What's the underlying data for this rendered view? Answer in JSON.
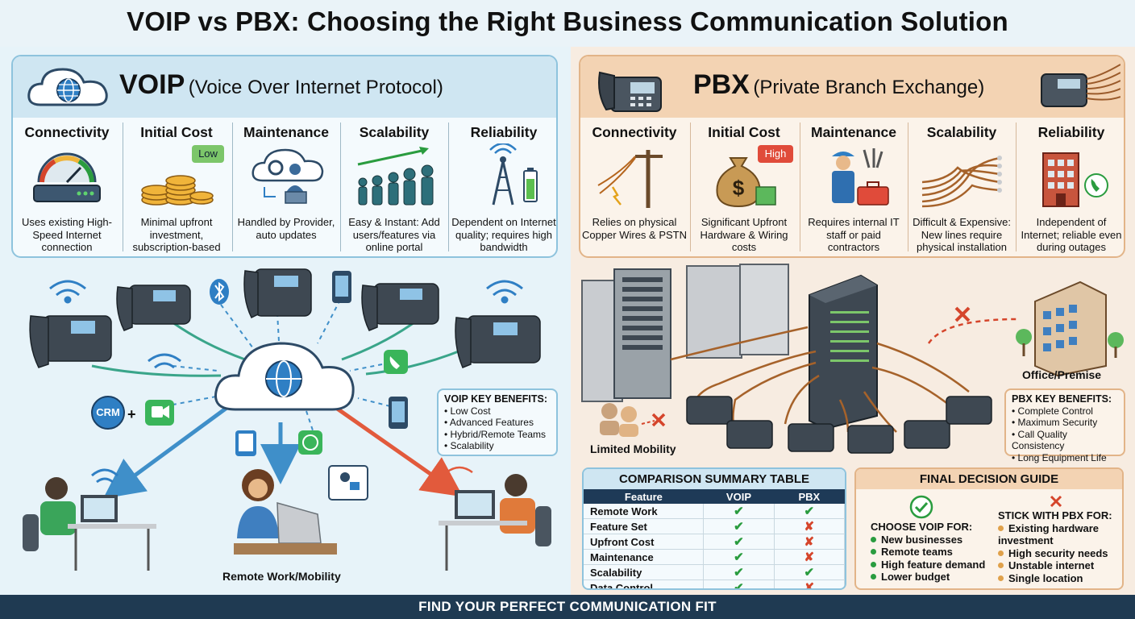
{
  "title": "VOIP vs PBX: Choosing the Right Business Communication Solution",
  "voip": {
    "heading": "VOIP",
    "subheading": "(Voice Over Internet Protocol)",
    "columns": [
      {
        "head": "Connectivity",
        "desc": "Uses existing High-Speed Internet connection"
      },
      {
        "head": "Initial Cost",
        "desc": "Minimal upfront investment, subscription-based",
        "badge": "Low"
      },
      {
        "head": "Maintenance",
        "desc": "Handled by Provider, auto updates"
      },
      {
        "head": "Scalability",
        "desc": "Easy & Instant: Add users/features via online portal"
      },
      {
        "head": "Reliability",
        "desc": "Dependent on Internet quality; requires high bandwidth"
      }
    ],
    "crm": "CRM",
    "plus": "+",
    "remote_label": "Remote Work/Mobility",
    "benefits_title": "VOIP KEY BENEFITS:",
    "benefits": [
      "Low Cost",
      "Advanced Features",
      "Hybrid/Remote Teams",
      "Scalability"
    ]
  },
  "pbx": {
    "heading": "PBX",
    "subheading": "(Private Branch Exchange)",
    "columns": [
      {
        "head": "Connectivity",
        "desc": "Relies on physical Copper Wires & PSTN"
      },
      {
        "head": "Initial Cost",
        "desc": "Significant Upfront Hardware & Wiring costs",
        "badge": "High"
      },
      {
        "head": "Maintenance",
        "desc": "Requires internal IT staff or paid contractors"
      },
      {
        "head": "Scalability",
        "desc": "Difficult & Expensive: New lines require physical installation"
      },
      {
        "head": "Reliability",
        "desc": "Independent of Internet; reliable even during outages"
      }
    ],
    "office_label": "Office/Premise",
    "mobility_label": "Limited Mobility",
    "benefits_title": "PBX KEY BENEFITS:",
    "benefits": [
      "Complete Control",
      "Maximum Security",
      "Call Quality Consistency",
      "Long Equipment Life"
    ]
  },
  "table": {
    "title": "COMPARISON SUMMARY TABLE",
    "headers": [
      "Feature",
      "VOIP",
      "PBX"
    ],
    "rows": [
      {
        "feature": "Remote Work",
        "voip": "✔",
        "pbx": "✔"
      },
      {
        "feature": "Feature Set",
        "voip": "✔",
        "pbx": "✘"
      },
      {
        "feature": "Upfront Cost",
        "voip": "✔",
        "pbx": "✘"
      },
      {
        "feature": "Maintenance",
        "voip": "✔",
        "pbx": "✘"
      },
      {
        "feature": "Scalability",
        "voip": "✔",
        "pbx": "✔"
      },
      {
        "feature": "Data Control",
        "voip": "✔",
        "pbx": "✘"
      }
    ]
  },
  "guide": {
    "title": "FINAL DECISION GUIDE",
    "voip_head": "CHOOSE VOIP FOR:",
    "voip_items": [
      "New businesses",
      "Remote teams",
      "High feature demand",
      "Lower budget"
    ],
    "pbx_head": "STICK WITH PBX FOR:",
    "pbx_items": [
      "Existing hardware investment",
      "High security needs",
      "Unstable internet",
      "Single location"
    ]
  },
  "footer": "FIND YOUR PERFECT COMMUNICATION FIT",
  "colors": {
    "voip_accent": "#8ec3dd",
    "pbx_accent": "#e2b488",
    "check": "#2a9c3f",
    "cross": "#d5452b",
    "footer": "#1f3a52"
  }
}
